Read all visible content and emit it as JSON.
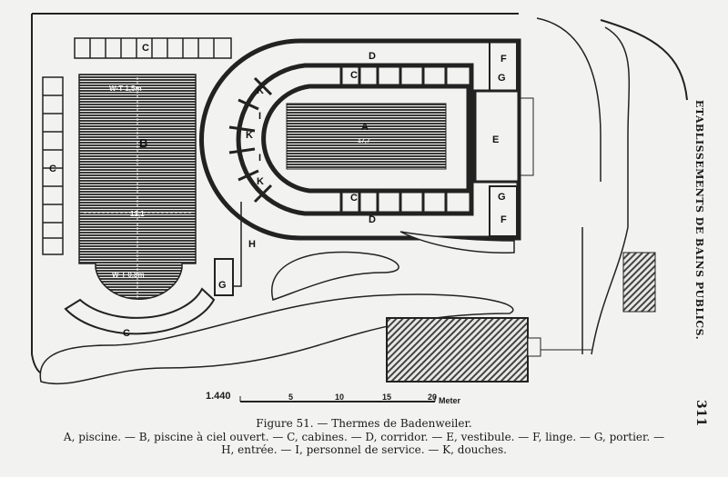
{
  "running_head": "ETABLISSEMENTS DE BAINS PUBLICS.",
  "page_number": "311",
  "figure": {
    "title": "Figure 51. — Thermes de Badenweiler.",
    "legend_line1": "A, piscine. — B, piscine à ciel ouvert. — C, cabines. — D, corridor. — E, vestibule. — F, linge. — G, portier. —",
    "legend_line2": "H, entrée. — I, personnel de service. — K, douches.",
    "plan_labels": {
      "A": "A",
      "B": "B",
      "C": "C",
      "D": "D",
      "E": "E",
      "F": "F",
      "G": "G",
      "H": "H",
      "I": "I",
      "K": "K",
      "depth_deep": "W·T 1,5m",
      "depth_shallow": "W·T 0,8m",
      "width_B": "12,1",
      "length_A": "17,7"
    },
    "scale": {
      "ratio": "1.440",
      "ticks": [
        "5",
        "10",
        "15",
        "20"
      ],
      "unit": "Meter"
    }
  }
}
